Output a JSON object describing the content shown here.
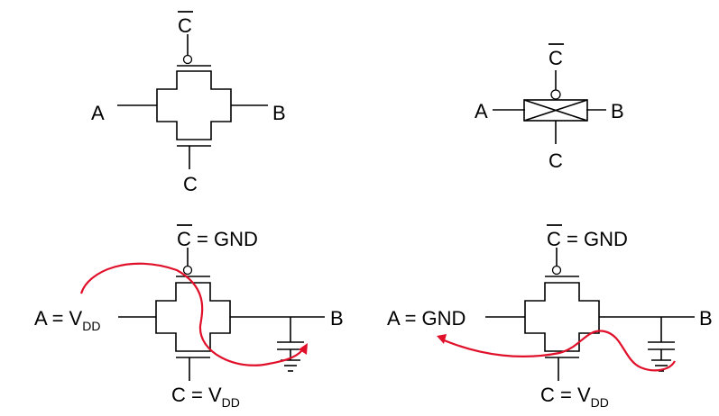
{
  "top_left": {
    "input_label": "A",
    "output_label": "B",
    "top_gate_label": "C",
    "bottom_gate_label": "C"
  },
  "top_right": {
    "input_label": "A",
    "output_label": "B",
    "top_gate_label": "C",
    "bottom_gate_label": "C"
  },
  "bottom_left": {
    "input_label": "A = V",
    "input_subscript": "DD",
    "output_label": "B",
    "top_gate_label": "C",
    "top_gate_value": " = GND",
    "bottom_gate_label": "C = V",
    "bottom_gate_subscript": "DD"
  },
  "bottom_right": {
    "input_label": "A = GND",
    "output_label": "B",
    "top_gate_label": "C",
    "top_gate_value": " = GND",
    "bottom_gate_label": "C = V",
    "bottom_gate_subscript": "DD"
  },
  "colors": {
    "wire": "#000000",
    "current_path": "#e0102a"
  }
}
